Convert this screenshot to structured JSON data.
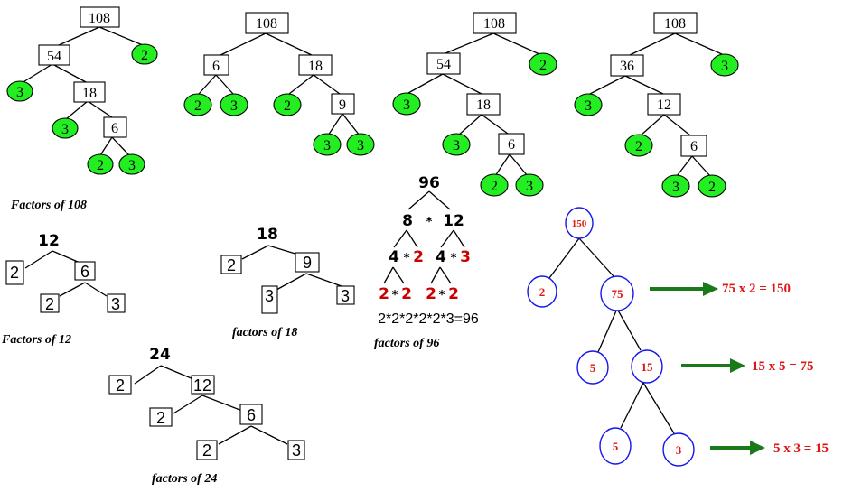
{
  "trees_108": [
    {
      "root": "108",
      "n1": "54",
      "n2": "2",
      "n3": "3",
      "n4": "18",
      "n5": "3",
      "n6": "6",
      "n7": "2",
      "n8": "3"
    },
    {
      "root": "108",
      "n1": "6",
      "n2": "18",
      "n3": "2",
      "n4": "3",
      "n5": "2",
      "n6": "9",
      "n7": "3",
      "n8": "3"
    },
    {
      "root": "108",
      "n1": "54",
      "n2": "2",
      "n3": "3",
      "n4": "18",
      "n5": "3",
      "n6": "6",
      "n7": "2",
      "n8": "3"
    },
    {
      "root": "108",
      "n1": "36",
      "n2": "3",
      "n3": "3",
      "n4": "12",
      "n5": "2",
      "n6": "6",
      "n7": "3",
      "n8": "2"
    }
  ],
  "caption_108": "Factors of 108",
  "tree_12": {
    "root": "12",
    "a": "2",
    "b": "6",
    "c": "2",
    "d": "3",
    "caption": "Factors of 12"
  },
  "tree_18": {
    "root": "18",
    "a": "2",
    "b": "9",
    "c": "3",
    "d": "3",
    "caption": "factors of 18"
  },
  "tree_24": {
    "root": "24",
    "a": "2",
    "b": "12",
    "c": "2",
    "d": "6",
    "e": "2",
    "f": "3",
    "caption": "factors of 24"
  },
  "tree_96": {
    "root": "96",
    "l": "8",
    "op": "*",
    "r": "12",
    "l1": "4",
    "l1op": "*",
    "l2": "2",
    "r1": "4",
    "r1op": "*",
    "r2": "3",
    "ll1": "2",
    "llop": "*",
    "ll2": "2",
    "rl1": "2",
    "rlop": "*",
    "rl2": "2",
    "equation": "2*2*2*2*2*3=96",
    "caption": "factors of 96"
  },
  "tree_150": {
    "root": "150",
    "a": "2",
    "b": "75",
    "c": "5",
    "d": "15",
    "e": "5",
    "f": "3",
    "eq1": "75 x 2 = 150",
    "eq2": "15 x 5 = 75",
    "eq3": "5 x 3 = 15"
  }
}
